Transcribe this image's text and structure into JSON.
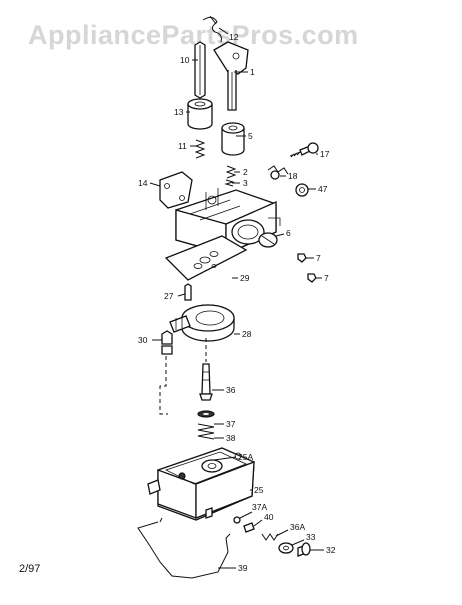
{
  "watermark": "AppliancePartsPros.com",
  "footer_code": "2/97",
  "part_labels": {
    "p12": "12",
    "p10": "10",
    "p1": "1",
    "p13": "13",
    "p5": "5",
    "p11": "11",
    "p2": "2",
    "p3": "3",
    "p17": "17",
    "p18": "18",
    "p14": "14",
    "p47": "47",
    "p6": "6",
    "p7a": "7",
    "p7b": "7",
    "p29": "29",
    "p27": "27",
    "p28": "28",
    "p30": "30",
    "p36": "36",
    "p37": "37",
    "p38": "38",
    "p25A": "25A",
    "p25": "25",
    "p37A": "37A",
    "p40": "40",
    "p36A": "36A",
    "p33": "33",
    "p32": "32",
    "p39": "39"
  }
}
